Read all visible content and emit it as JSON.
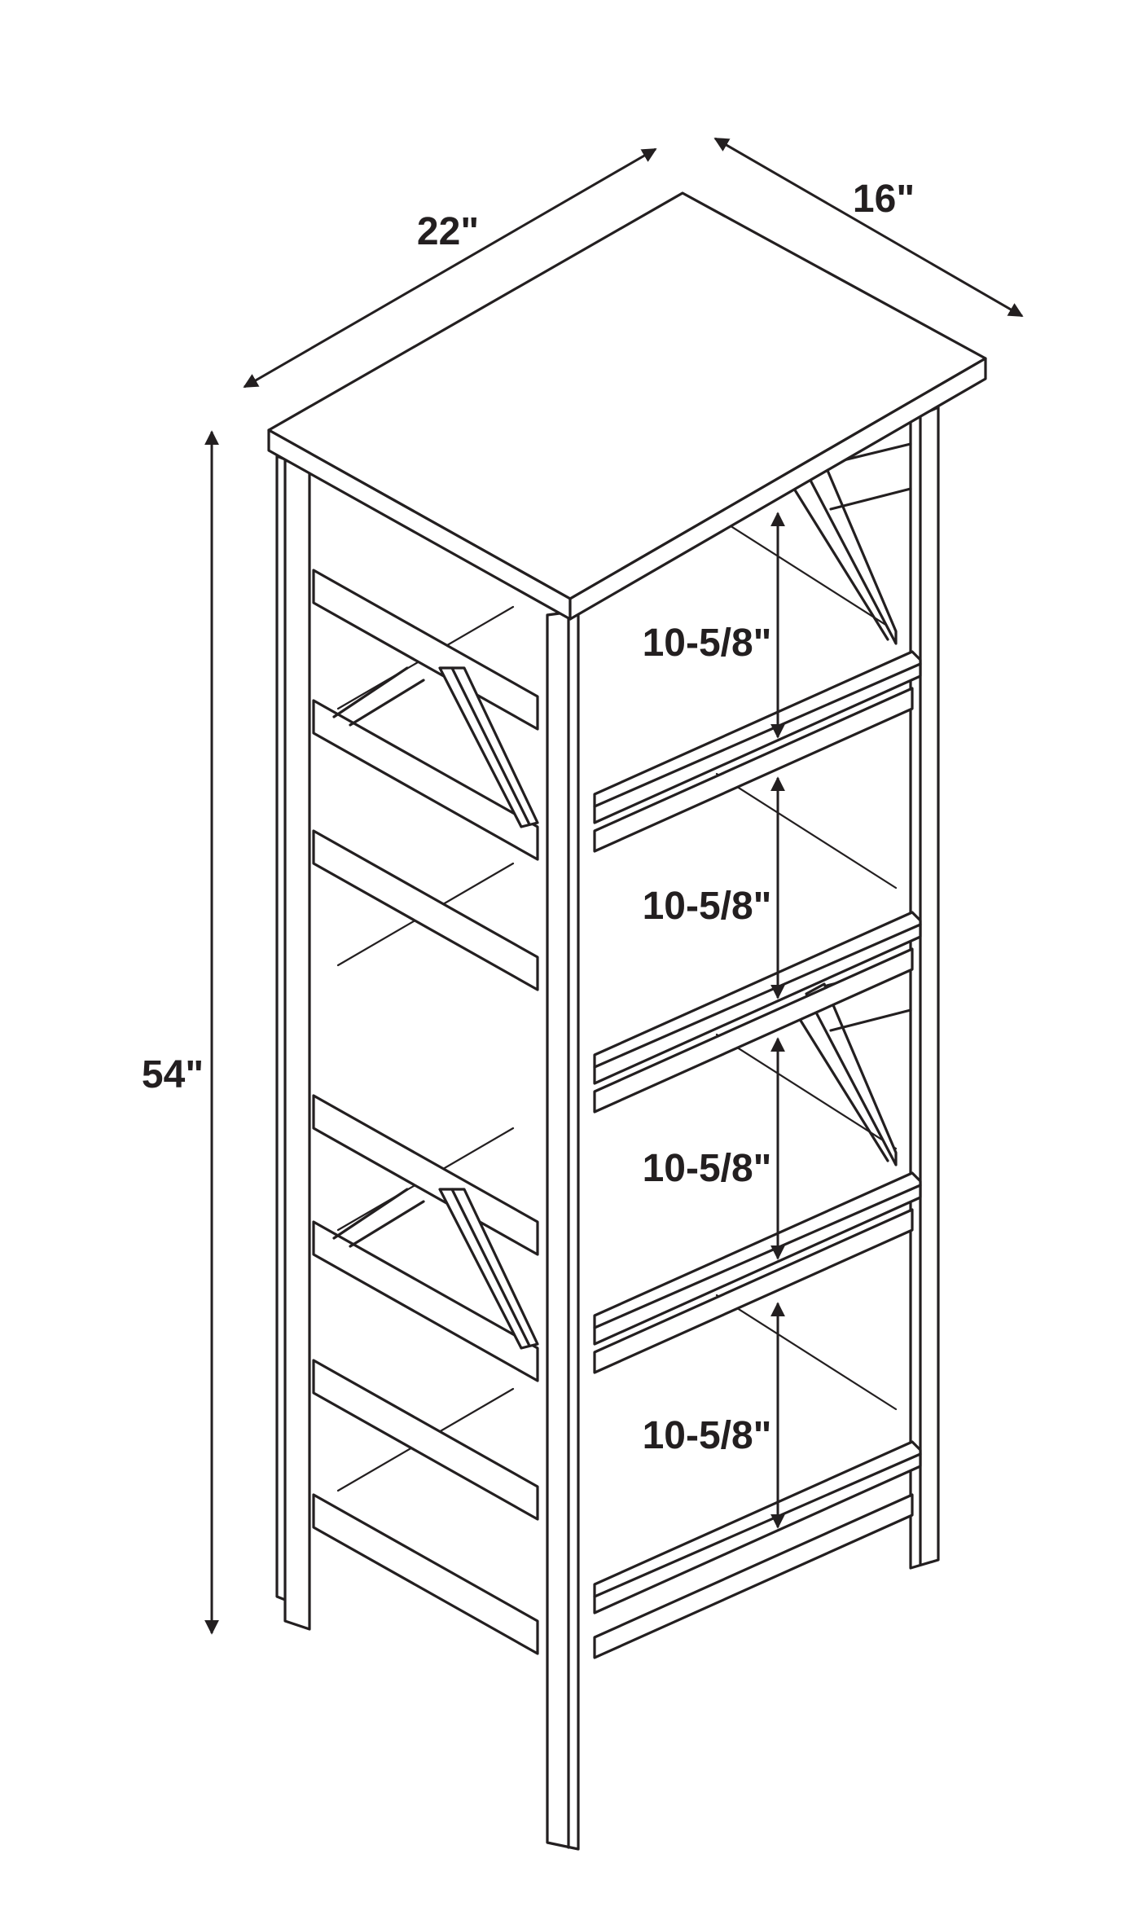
{
  "dimensions": {
    "width": "22\"",
    "depth": "16\"",
    "height": "54\"",
    "shelf_gaps": [
      "10-5/8\"",
      "10-5/8\"",
      "10-5/8\"",
      "10-5/8\""
    ]
  },
  "colors": {
    "line": "#231f20",
    "background": "#ffffff"
  }
}
